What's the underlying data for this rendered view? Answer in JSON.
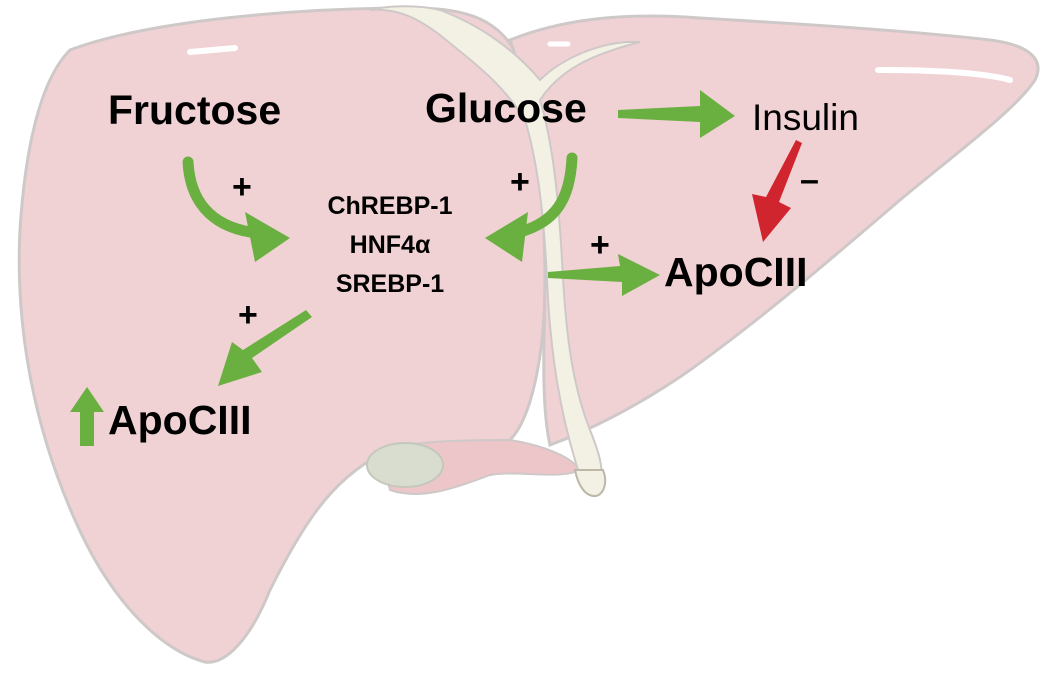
{
  "colors": {
    "liver_fill": "#f1d2d4",
    "liver_stroke": "#cfc8c8",
    "ligament_fill": "#f3f0e4",
    "gallbladder_fill": "#d8ddd0",
    "activation_arrow": "#6ab040",
    "inhibition_arrow": "#d0242f",
    "text": "#000000"
  },
  "labels": {
    "fructose": "Fructose",
    "glucose": "Glucose",
    "insulin": "Insulin",
    "factors": [
      "ChREBP-1",
      "HNF4α",
      "SREBP-1"
    ],
    "apociii_right": "ApoCIII",
    "apociii_left": "ApoCIII"
  },
  "signs": {
    "fructose_to_factors": "+",
    "glucose_to_factors": "+",
    "factors_to_apociii_left": "+",
    "to_apociii_right": "+",
    "insulin_to_apociii": "–"
  },
  "icons": {
    "liver": "liver-organ-illustration",
    "up_arrow": "up-arrow-icon"
  }
}
